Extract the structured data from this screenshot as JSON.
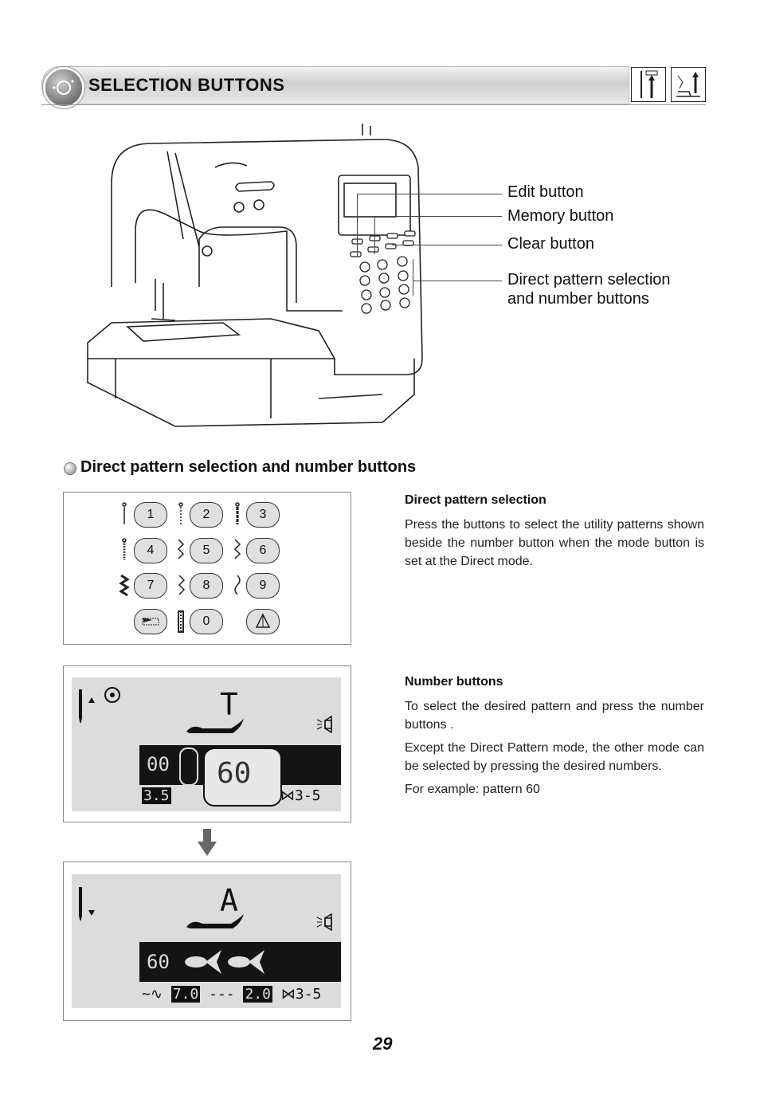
{
  "header": {
    "title": "SELECTION  BUTTONS"
  },
  "callouts": {
    "edit": "Edit button",
    "memory": "Memory button",
    "clear": "Clear button",
    "direct_line1": "Direct pattern selection",
    "direct_line2": "and number buttons"
  },
  "section": {
    "heading": "Direct pattern selection and number buttons"
  },
  "keypad": {
    "buttons": [
      "1",
      "2",
      "3",
      "4",
      "5",
      "6",
      "7",
      "8",
      "9",
      "0"
    ]
  },
  "direct": {
    "heading": "Direct pattern selection",
    "text": "Press the buttons to select the utility patterns shown beside the number button when the mode button is set at the Direct mode."
  },
  "number": {
    "heading": "Number buttons",
    "text1": "To select the desired pattern and press the number buttons .",
    "text2": "Except the Direct Pattern mode, the other mode can be selected by pressing the desired numbers.",
    "text3": "For example: pattern 60"
  },
  "lcd1": {
    "letter": "T",
    "pattern": "00",
    "big": "60",
    "width": "3.5",
    "length": "3-5"
  },
  "lcd2": {
    "letter": "A",
    "pattern": "60",
    "width": "7.0",
    "length_val": "2.0",
    "tension": "3-5"
  },
  "page": {
    "number": "29"
  }
}
